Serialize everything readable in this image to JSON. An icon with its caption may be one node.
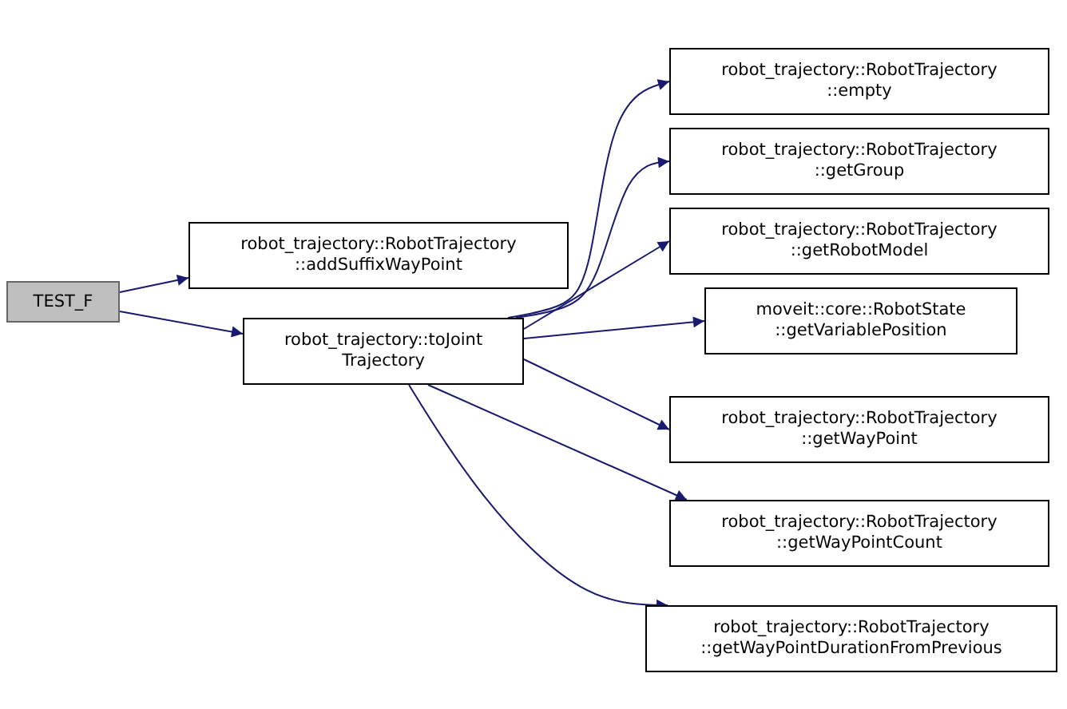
{
  "diagram": {
    "nodes": [
      {
        "text": [
          "TEST_F"
        ]
      },
      {
        "text": [
          "robot_trajectory::RobotTrajectory ::addSuffixWayPoint"
        ]
      },
      {
        "text": [
          "robot_trajectory::toJoint Trajectory"
        ]
      },
      {
        "text": [
          "robot_trajectory::RobotTrajectory ::empty"
        ]
      },
      {
        "text": [
          "robot_trajectory::RobotTrajectory ::getGroup"
        ]
      },
      {
        "text": [
          "robot_trajectory::RobotTrajectory ::getRobotModel"
        ]
      },
      {
        "text": [
          "moveit::core::RobotState ::getVariablePosition"
        ]
      },
      {
        "text": [
          "robot_trajectory::RobotTrajectory ::getWayPoint"
        ]
      },
      {
        "text": [
          "robot_trajectory::RobotTrajectory ::getWayPointCount"
        ]
      },
      {
        "text": [
          "robot_trajectory::RobotTrajectory ::getWayPointDurationFromPrevious"
        ]
      }
    ],
    "edges": [
      {
        "from": 0,
        "to": 1,
        "arrow": "to"
      },
      {
        "from": 0,
        "to": 2,
        "arrow": "to"
      },
      {
        "from": 2,
        "to": 3,
        "arrow": "to"
      },
      {
        "from": 2,
        "to": 4,
        "arrow": "to"
      },
      {
        "from": 2,
        "to": 5,
        "arrow": "to"
      },
      {
        "from": 2,
        "to": 6,
        "arrow": "to"
      },
      {
        "from": 2,
        "to": 7,
        "arrow": "to"
      },
      {
        "from": 2,
        "to": 8,
        "arrow": "to"
      },
      {
        "from": 2,
        "to": 9,
        "arrow": "to"
      }
    ]
  }
}
